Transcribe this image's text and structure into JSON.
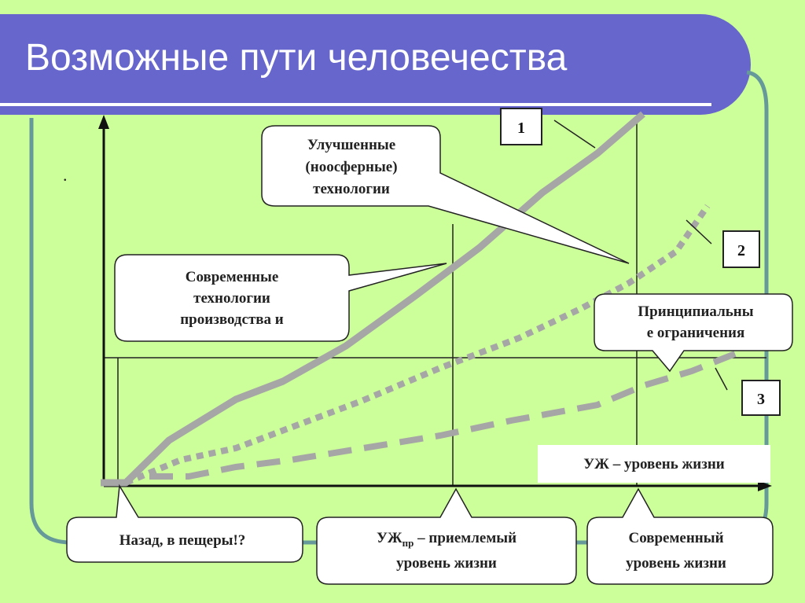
{
  "slide": {
    "title": "Возможные пути человечества",
    "dot": "."
  },
  "markers": {
    "path1": "1",
    "path2": "2",
    "path3": "3"
  },
  "callouts": {
    "improved": [
      "Улучшенные",
      "(ноосферные)",
      "технологии"
    ],
    "modern_tech": [
      "Современные",
      "технологии",
      "производства и"
    ],
    "limits": [
      "Принципиальны",
      "е ограничения"
    ],
    "caves": "Назад, в пещеры!?",
    "accept_level": {
      "main": "УЖ",
      "sub": "пр",
      "rest": " – приемлемый",
      "line2": "уровень жизни"
    },
    "current_level": [
      "Современный",
      "уровень жизни"
    ]
  },
  "axis": {
    "x_label": "УЖ – уровень жизни"
  },
  "colors": {
    "background": "#ccff99",
    "title_bar": "#6666cc",
    "frame": "#669999",
    "paths": "#a6a6a6"
  }
}
